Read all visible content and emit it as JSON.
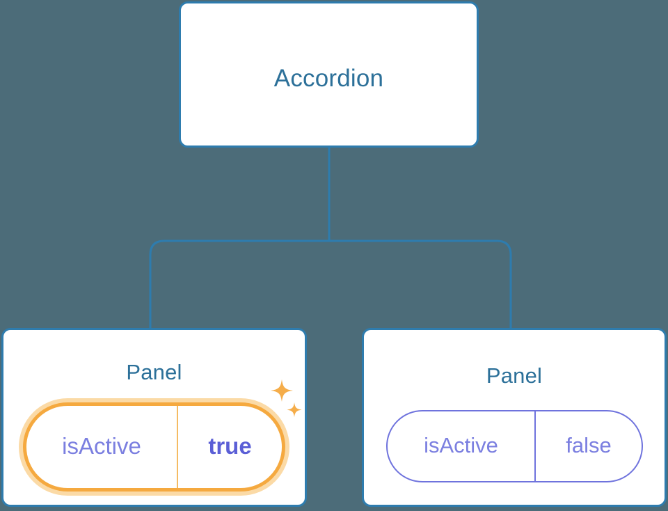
{
  "diagram": {
    "type": "component-tree",
    "background_color": "#4c6c79",
    "edge_color": "#2e7cae",
    "nodes": [
      {
        "id": "accordion",
        "title": "Accordion",
        "title_color": "#2c7099",
        "border_color": "#2e7cae",
        "background": "#ffffff"
      },
      {
        "id": "panel-left",
        "title": "Panel",
        "title_color": "#2c7099",
        "border_color": "#2e7cae",
        "background": "#ffffff",
        "highlighted": "true",
        "prop": {
          "key": "isActive",
          "value": "true",
          "key_color": "#7b7fe0",
          "value_color": "#5b5fd6",
          "pill_border_color": "#f5a93f",
          "pill_glow_color": "#fbdaa6",
          "value_bold": "true"
        },
        "decoration": "sparkles-icon"
      },
      {
        "id": "panel-right",
        "title": "Panel",
        "title_color": "#2c7099",
        "border_color": "#2e7cae",
        "background": "#ffffff",
        "highlighted": "false",
        "prop": {
          "key": "isActive",
          "value": "false",
          "key_color": "#7b7fe0",
          "value_color": "#7b7fe0",
          "pill_border_color": "#6f73dd",
          "value_bold": "false"
        }
      }
    ],
    "edges": [
      {
        "from": "accordion",
        "to": "panel-left"
      },
      {
        "from": "accordion",
        "to": "panel-right"
      }
    ]
  }
}
